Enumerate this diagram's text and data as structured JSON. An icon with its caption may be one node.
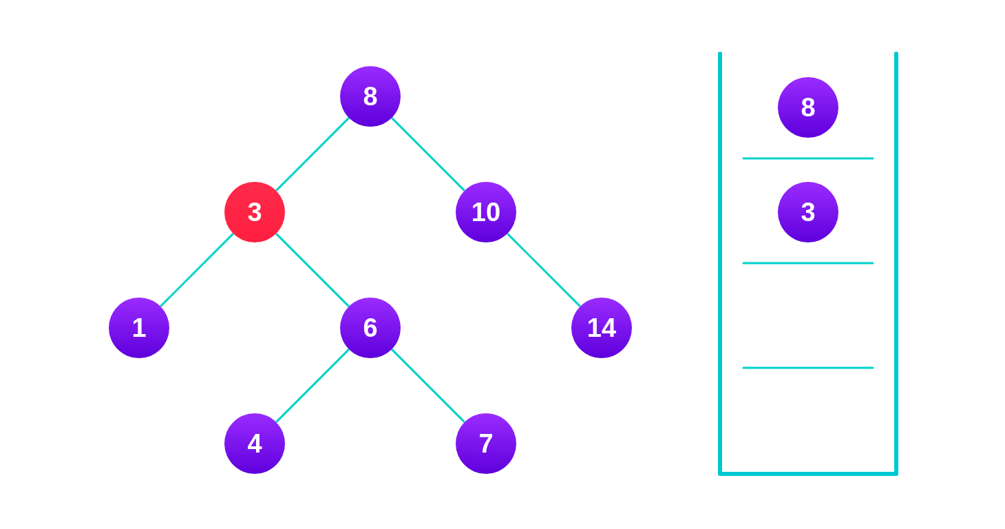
{
  "diagram": {
    "nodes": [
      {
        "text": [
          "8"
        ]
      },
      {
        "text": [
          "3"
        ]
      },
      {
        "text": [
          "10"
        ]
      },
      {
        "text": [
          "1"
        ]
      },
      {
        "text": [
          "6"
        ]
      },
      {
        "text": [
          "14"
        ]
      },
      {
        "text": [
          "4"
        ]
      },
      {
        "text": [
          "7"
        ]
      },
      {
        "text": [],
        "shape": "box"
      },
      {
        "text": [
          "8"
        ],
        "in": 8
      },
      {
        "text": [
          "3"
        ],
        "in": 8
      }
    ],
    "edges": [
      {
        "from": 0,
        "to": 1,
        "arrow": "none"
      },
      {
        "from": 0,
        "to": 2,
        "arrow": "none"
      },
      {
        "from": 1,
        "to": 3,
        "arrow": "none"
      },
      {
        "from": 1,
        "to": 4,
        "arrow": "none"
      },
      {
        "from": 2,
        "to": 5,
        "arrow": "none"
      },
      {
        "from": 4,
        "to": 6,
        "arrow": "none"
      },
      {
        "from": 4,
        "to": 7,
        "arrow": "none"
      }
    ]
  }
}
